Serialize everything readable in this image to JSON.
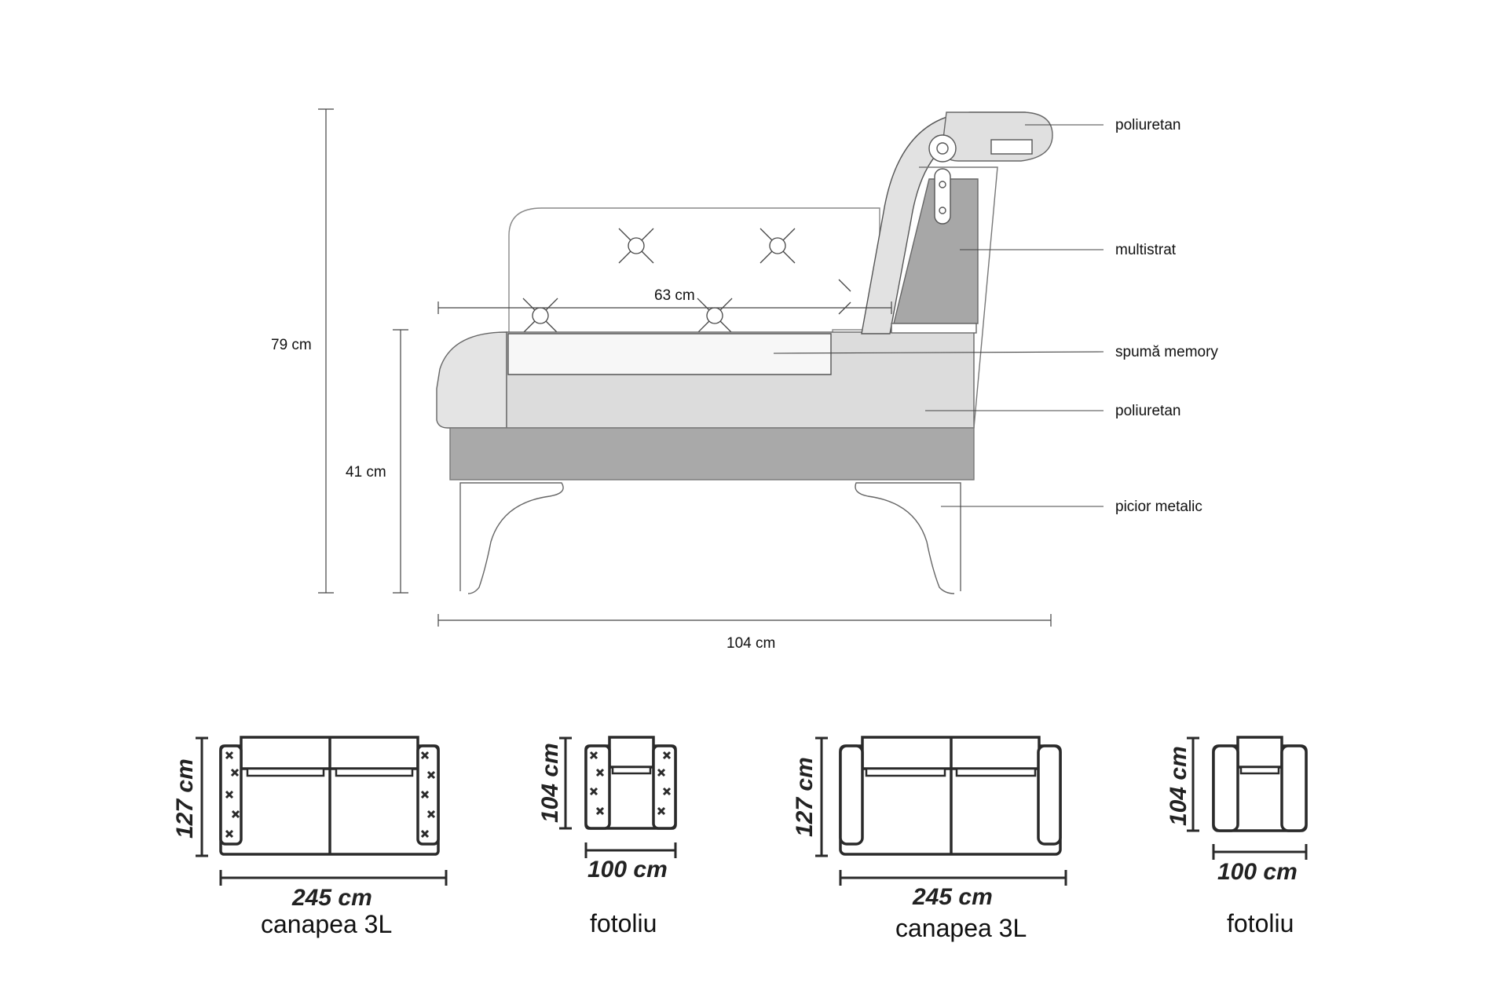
{
  "side_view": {
    "dimensions": {
      "total_height": "79 cm",
      "seat_height": "41 cm",
      "seat_depth": "63 cm",
      "total_depth": "104 cm"
    },
    "callouts": [
      {
        "label": "poliuretan"
      },
      {
        "label": "multistrat"
      },
      {
        "label": "spumă memory"
      },
      {
        "label": "poliuretan"
      },
      {
        "label": "picior metalic"
      }
    ]
  },
  "plans": [
    {
      "name": "canapea 3L",
      "height": "127 cm",
      "width": "245 cm",
      "style": "tufted-sofa"
    },
    {
      "name": "fotoliu",
      "height": "104 cm",
      "width": "100 cm",
      "style": "tufted-chair"
    },
    {
      "name": "canapea 3L",
      "height": "127 cm",
      "width": "245 cm",
      "style": "plain-sofa"
    },
    {
      "name": "fotoliu",
      "height": "104 cm",
      "width": "100 cm",
      "style": "plain-chair"
    }
  ],
  "colors": {
    "line": "#2a2a2a",
    "cushion_light": "#e6e6e6",
    "seat_dark": "#c2c2c2",
    "base": "#a9a9a9",
    "board": "#a7a7a7"
  }
}
